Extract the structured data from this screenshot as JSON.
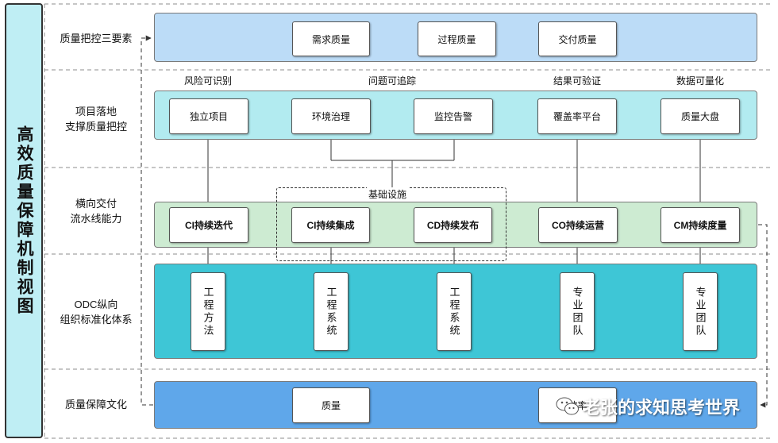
{
  "title": "高效质量保障机制视图",
  "rows": {
    "r1": "质量把控三要素",
    "r2": "项目落地\n支撑质量把控",
    "r3": "横向交付\n流水线能力",
    "r4": "ODC纵向\n组织标准化体系",
    "r5": "质量保障文化"
  },
  "elements": [
    "需求质量",
    "过程质量",
    "交付质量"
  ],
  "captions": [
    "风险可识别",
    "问题可追踪",
    "结果可验证",
    "数据可量化"
  ],
  "projects": [
    "独立项目",
    "环境治理",
    "监控告警",
    "覆盖率平台",
    "质量大盘"
  ],
  "infra": "基础设施",
  "pipeline": [
    "CI持续迭代",
    "CI持续集成",
    "CD持续发布",
    "CO持续运营",
    "CM持续度量"
  ],
  "org": [
    "工程方法",
    "工程系统",
    "工程系统",
    "专业团队",
    "专业团队"
  ],
  "culture": [
    "质量",
    "效率"
  ],
  "watermark": "老张的求知思考世界",
  "colors": {
    "band1": "#bcdcf7",
    "band2": "#b2ebf0",
    "band3": "#cdebd2",
    "band4": "#3ec6d6",
    "band5": "#5fa7ea",
    "title_bg": "#bfeef4"
  }
}
